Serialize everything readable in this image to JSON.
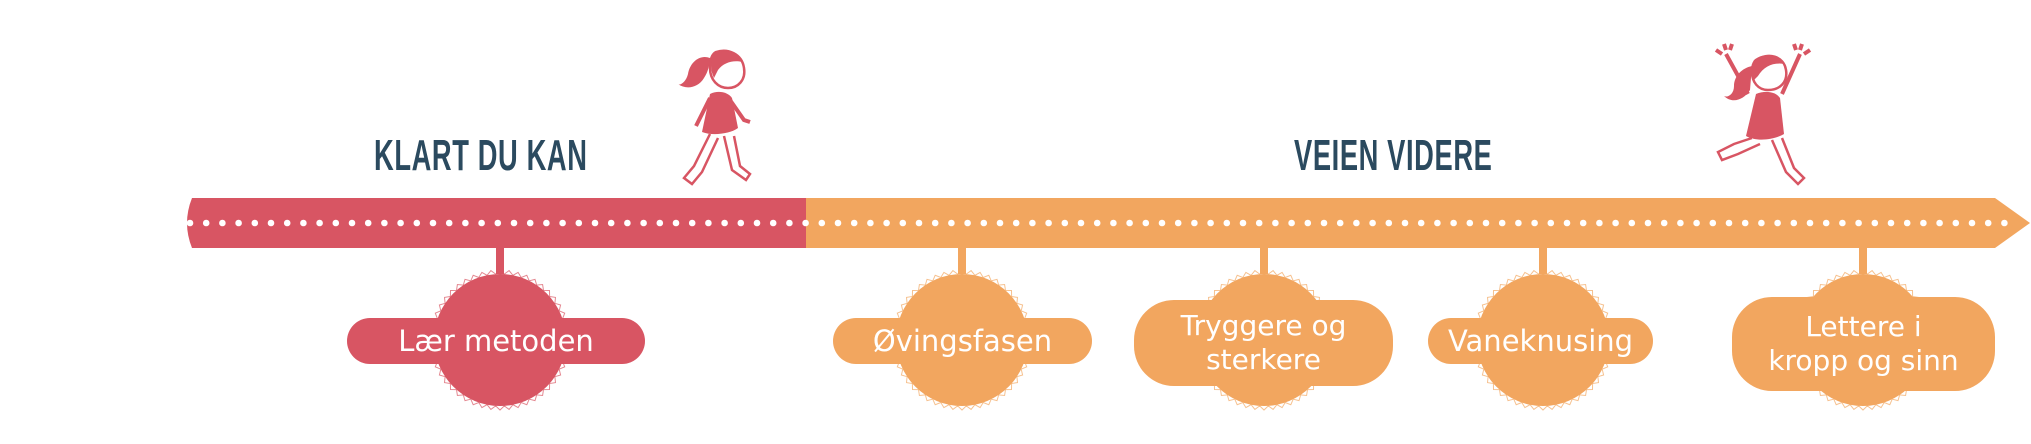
{
  "colors": {
    "phase_one": "#d85563",
    "phase_two": "#f2a65f",
    "title_text": "#2b4a5f",
    "label_text": "#ffffff",
    "dots": "#ffffff"
  },
  "phases": [
    {
      "title": "KLART DU KAN",
      "figure": "walking-girl-icon"
    },
    {
      "title": "VEIEN VIDERE",
      "figure": "jumping-girl-icon"
    }
  ],
  "steps": [
    {
      "label": "Lær metoden",
      "phase": 0,
      "lines": [
        "Lær metoden"
      ]
    },
    {
      "label": "Øvingsfasen",
      "phase": 1,
      "lines": [
        "Øvingsfasen"
      ]
    },
    {
      "label": "Tryggere og sterkere",
      "phase": 1,
      "lines": [
        "Tryggere og",
        "sterkere"
      ]
    },
    {
      "label": "Vaneknusing",
      "phase": 1,
      "lines": [
        "Vaneknusing"
      ]
    },
    {
      "label": "Lettere i kropp og sinn",
      "phase": 1,
      "lines": [
        "Lettere i",
        "kropp og sinn"
      ]
    }
  ]
}
